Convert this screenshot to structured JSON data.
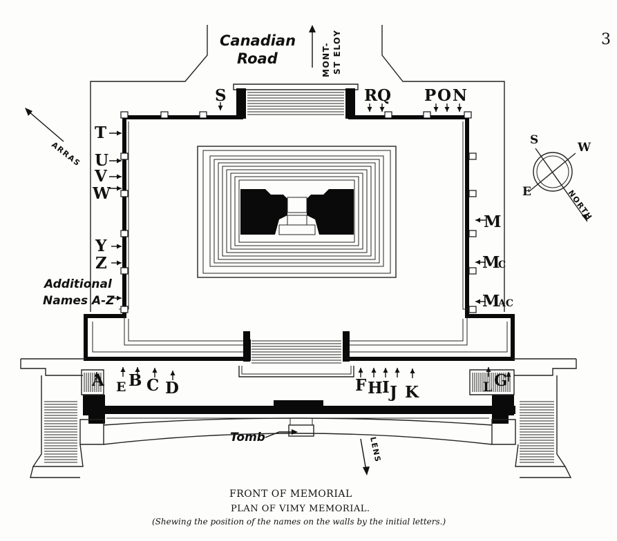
{
  "page_number": "3",
  "roads": {
    "canadian_road_line1": "Canadian",
    "canadian_road_line2": "Road",
    "mont_st_eloy_line1": "MONT-",
    "mont_st_eloy_line2": "ST ELOY",
    "arras": "ARRAS",
    "lens": "LENS"
  },
  "compass": {
    "s": "S",
    "w": "W",
    "e": "E",
    "north": "NORTH"
  },
  "wall_letters": {
    "S": "S",
    "R": "R",
    "Q": "Q",
    "P": "P",
    "O": "O",
    "N": "N",
    "T": "T",
    "U": "U",
    "V": "V",
    "W": "W",
    "Y": "Y",
    "Z": "Z",
    "additional_line1": "Additional",
    "additional_line2": "Names A-Z",
    "M": "M",
    "Mc_M": "M",
    "Mc_c": "C",
    "Mac_M": "M",
    "Mac_ac": "AC",
    "A": "A",
    "E": "E",
    "B": "B",
    "C": "C",
    "D": "D",
    "F": "F",
    "H": "H",
    "I": "I",
    "J": "J",
    "K": "K",
    "L": "L",
    "G": "G"
  },
  "tomb": "Tomb",
  "caption": {
    "front": "FRONT OF MEMORIAL",
    "title": "PLAN OF VIMY MEMORIAL.",
    "note": "(Shewing the position of the names on the walls by the initial letters.)"
  }
}
